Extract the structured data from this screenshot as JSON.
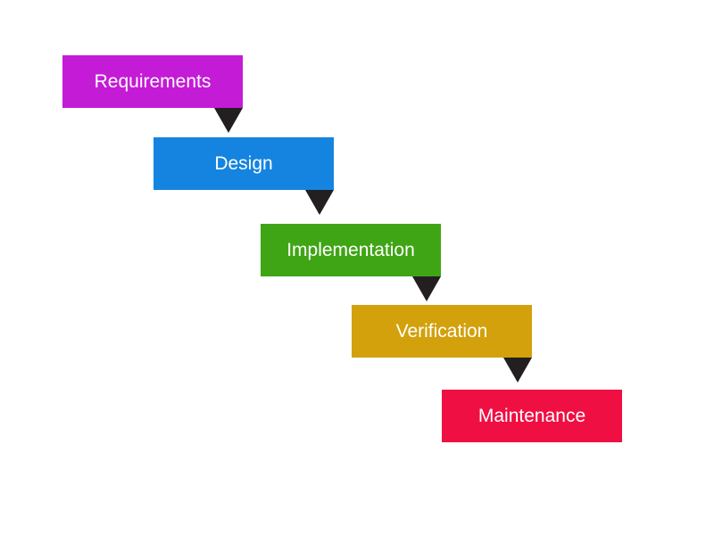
{
  "stages": [
    {
      "label": "Requirements",
      "color": "#c41bd6"
    },
    {
      "label": "Design",
      "color": "#1484e0"
    },
    {
      "label": "Implementation",
      "color": "#3fa514"
    },
    {
      "label": "Verification",
      "color": "#d2a10c"
    },
    {
      "label": "Maintenance",
      "color": "#f00f42"
    }
  ],
  "arrow_color": "#231f20"
}
